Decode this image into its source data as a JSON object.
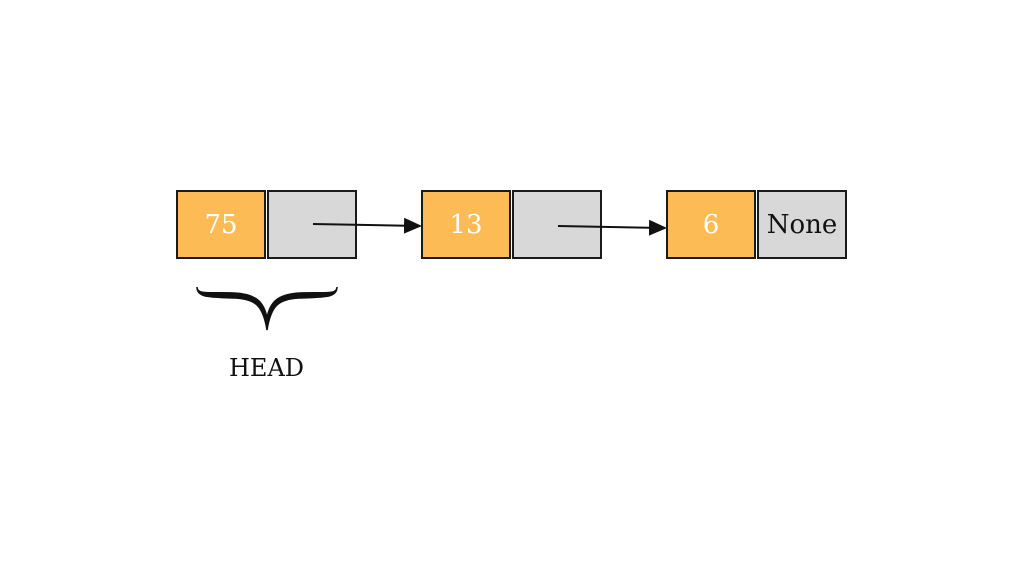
{
  "nodes": [
    {
      "value": "75",
      "next": ""
    },
    {
      "value": "13",
      "next": ""
    },
    {
      "value": "6",
      "next": "None"
    }
  ],
  "head_label": "HEAD",
  "colors": {
    "data_fill": "#fdbb55",
    "pointer_fill": "#d8d8d8",
    "stroke": "#1a1a1a"
  }
}
